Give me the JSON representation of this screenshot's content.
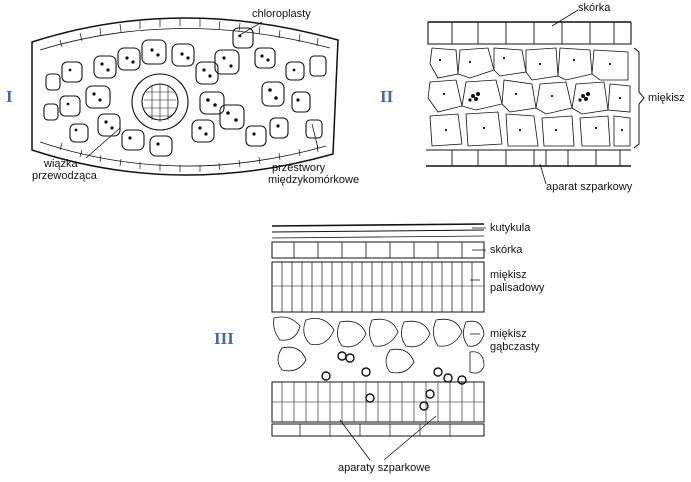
{
  "panels": [
    {
      "numeral": "I",
      "labels": {
        "chloroplasts": "chloroplasty",
        "bundle_line1": "wiązka",
        "bundle_line2": "przewodząca",
        "spaces_line1": "przestwory",
        "spaces_line2": "międzykomórkowe"
      }
    },
    {
      "numeral": "II",
      "labels": {
        "epidermis": "skórka",
        "mesophyll": "miękisz",
        "stomata": "aparat szparkowy"
      }
    },
    {
      "numeral": "III",
      "labels": {
        "cuticle": "kutykula",
        "epidermis": "skórka",
        "palisade_line1": "miękisz",
        "palisade_line2": "palisadowy",
        "spongy_line1": "miękisz",
        "spongy_line2": "gąbczasty",
        "stomata": "aparaty szparkowe"
      }
    }
  ]
}
